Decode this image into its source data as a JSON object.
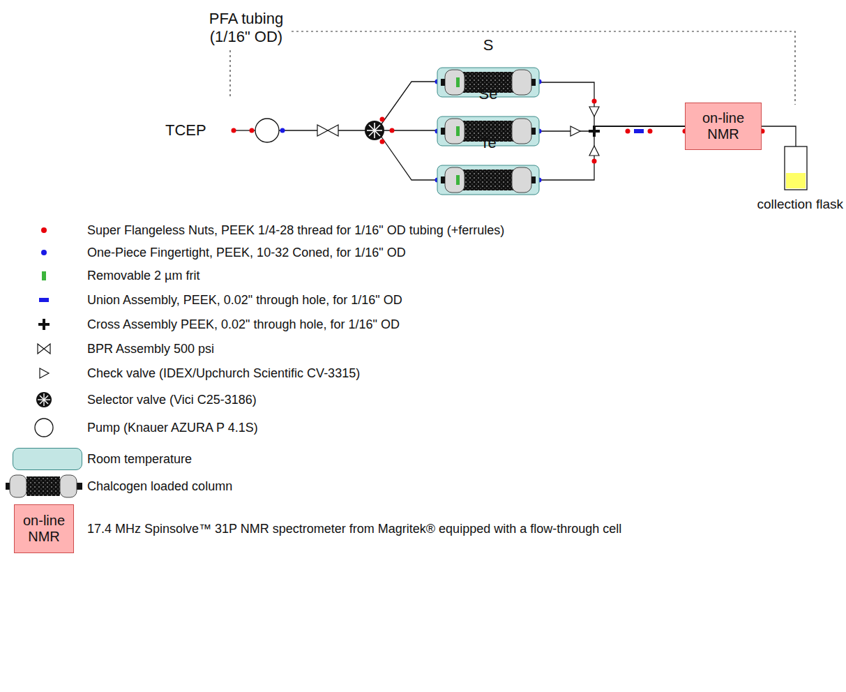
{
  "diagram": {
    "nodes": [
      {
        "text": [
          "S"
        ]
      },
      {
        "text": [
          "Se"
        ]
      },
      {
        "text": [
          "Te"
        ]
      },
      {
        "text": [
          "on-line NMR"
        ]
      },
      {
        "text": [
          "collection flask"
        ]
      },
      {
        "text": [
          "on-line NMR"
        ]
      }
    ],
    "edges": [
      {
        "from": 0,
        "to": 3,
        "arrow": "none"
      },
      {
        "from": 1,
        "to": 3,
        "arrow": "none"
      },
      {
        "from": 2,
        "to": 3,
        "arrow": "none"
      },
      {
        "from": 3,
        "to": 4,
        "arrow": "to"
      }
    ],
    "labels": [
      "PFA tubing (1/16\" OD)",
      "TCEP"
    ],
    "legend": [
      {
        "text": "Super Flangeless Nuts, PEEK 1/4-28 thread for 1/16\" OD tubing (+ferrules)",
        "color": "#e8000b"
      },
      {
        "text": "One-Piece Fingertight, PEEK, 10-32 Coned, for 1/16\" OD",
        "color": "#1a1ae6"
      },
      {
        "text": "Removable 2 µm frit",
        "color": "#3cb43c"
      },
      {
        "text": "Union Assembly, PEEK, 0.02\" through hole, for 1/16\" OD",
        "color": "#1a1ae6"
      },
      {
        "text": "Cross Assembly PEEK, 0.02\" through hole, for 1/16\" OD"
      },
      {
        "text": "BPR Assembly 500 psi"
      },
      {
        "text": "Check valve (IDEX/Upchurch Scientific CV-3315)"
      },
      {
        "text": "Selector valve (Vici C25-3186)"
      },
      {
        "text": "Pump (Knauer AZURA P 4.1S)"
      },
      {
        "text": "Room temperature",
        "color": "#c3e6e4"
      },
      {
        "text": "Chalcogen loaded column"
      },
      {
        "text": "17.4 MHz Spinsolve™ 31P NMR spectrometer from Magritek® equipped with a flow-through cell"
      }
    ]
  }
}
